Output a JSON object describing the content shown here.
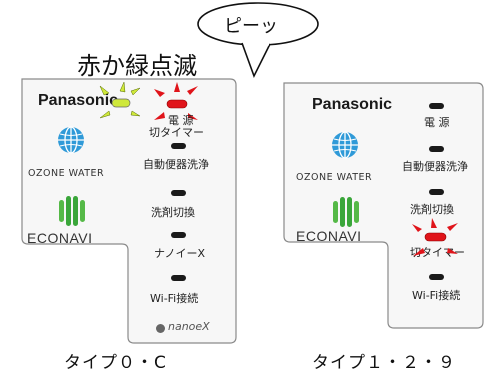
{
  "bubble_text": "ピーッ",
  "title_text": "赤か緑点滅",
  "panel_left": {
    "brand": "Panasonic",
    "ozone": "OZONE WATER",
    "econavi": "ECONAVI",
    "labels": [
      "電 源",
      "切タイマー",
      "自動便器洗浄",
      "洗剤切換",
      "ナノイーX",
      "Wi-Fi接続"
    ],
    "nanoe": "nanoeX",
    "caption": "タイプ０・C",
    "green_led_color": "#cfe83a",
    "red_led_color": "#e0141a"
  },
  "panel_right": {
    "brand": "Panasonic",
    "ozone": "OZONE WATER",
    "econavi": "ECONAVI",
    "labels": [
      "電 源",
      "自動便器洗浄",
      "洗剤切換",
      "切タイマー",
      "Wi-Fi接続"
    ],
    "caption": "タイプ１・２・９",
    "red_led_color": "#e0141a"
  }
}
